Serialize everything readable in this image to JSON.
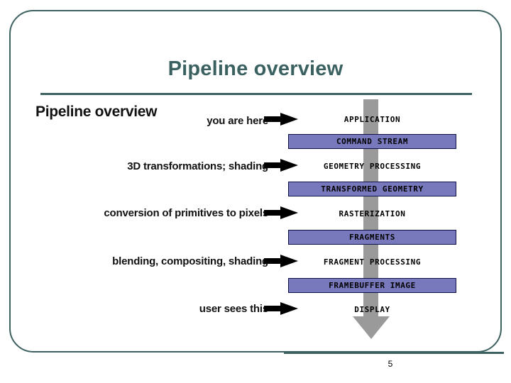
{
  "slide": {
    "title": "Pipeline overview",
    "page_number": "5",
    "accent_color": "#3d6160"
  },
  "diagram": {
    "heading": "Pipeline overview",
    "flow_arrow_color": "#9a9a9a",
    "box_fill_color": "#7878bd",
    "box_border_color": "#11114a",
    "annotations": [
      {
        "text": "you are here"
      },
      {
        "text": "3D transformations; shading"
      },
      {
        "text": "conversion of primitives to pixels"
      },
      {
        "text": "blending, compositing, shading"
      },
      {
        "text": "user sees this"
      }
    ],
    "stages": [
      {
        "label": "APPLICATION",
        "kind": "stage"
      },
      {
        "label": "COMMAND STREAM",
        "kind": "data"
      },
      {
        "label": "GEOMETRY PROCESSING",
        "kind": "stage"
      },
      {
        "label": "TRANSFORMED GEOMETRY",
        "kind": "data"
      },
      {
        "label": "RASTERIZATION",
        "kind": "stage"
      },
      {
        "label": "FRAGMENTS",
        "kind": "data"
      },
      {
        "label": "FRAGMENT PROCESSING",
        "kind": "stage"
      },
      {
        "label": "FRAMEBUFFER IMAGE",
        "kind": "data"
      },
      {
        "label": "DISPLAY",
        "kind": "stage"
      }
    ]
  }
}
